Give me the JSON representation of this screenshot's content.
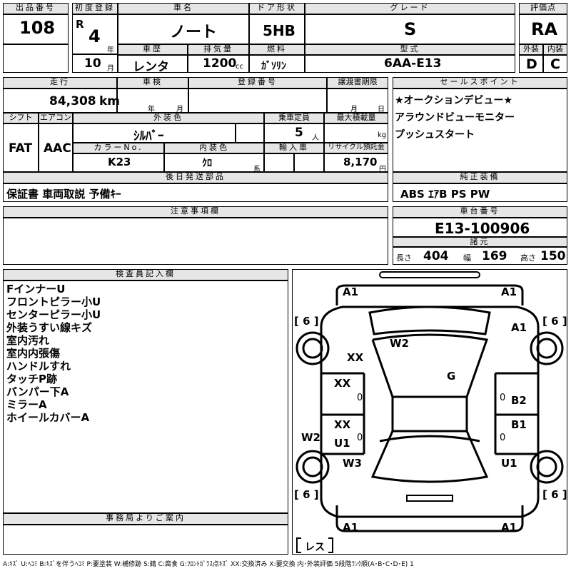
{
  "header": {
    "lot_label": "出品番号",
    "lot": "108",
    "reg_label": "初度登録",
    "era": "R",
    "year": "4",
    "year_unit": "年",
    "month": "10",
    "month_unit": "月",
    "name_label": "車名",
    "name": "ノート",
    "door_label": "ドア形状",
    "door": "5HB",
    "grade_label": "グレード",
    "grade": "S",
    "score_label": "評価点",
    "score": "RA",
    "history_label": "車歴",
    "history": "レンタ",
    "disp_label": "排気量",
    "disp": "1200",
    "disp_unit": "cc",
    "fuel_label": "燃料",
    "fuel": "ｶﾞｿﾘﾝ",
    "model_label": "型式",
    "model": "6AA-E13",
    "ext_label": "外装",
    "ext": "D",
    "int_label": "内装",
    "int": "C"
  },
  "row2": {
    "mileage_label": "走行",
    "mileage": "84,308",
    "mileage_unit": "km",
    "inspection_label": "車検",
    "insp_year": "年",
    "insp_month": "月",
    "regno_label": "登録番号",
    "transfer_label": "譲渡書期限",
    "tr_month": "月",
    "tr_day": "日",
    "shift_label": "シフト",
    "shift": "FAT",
    "ac_label": "エアコン",
    "ac": "AAC",
    "color_label": "外装色",
    "color": "ｼﾙﾊﾞｰ",
    "capacity_label": "乗車定員",
    "capacity": "5",
    "capacity_unit": "人",
    "load_label": "最大積載量",
    "load_unit": "kg",
    "colorno_label": "カラーNo.",
    "colorno": "K23",
    "intcolor_label": "内装色",
    "intcolor": "ｸﾛ",
    "intcolor_unit": "系",
    "import_label": "輸入車",
    "recycle_label": "リサイクル預託金",
    "recycle": "8,170",
    "recycle_unit": "円"
  },
  "sales": {
    "label": "セールスポイント",
    "items": [
      "★オークションデビュー★",
      "アラウンドビューモニター",
      "プッシュスタート"
    ]
  },
  "later_parts": {
    "label": "後日発送部品",
    "value": "保証書 車両取説 予備ｷｰ"
  },
  "equipment": {
    "label": "純正装備",
    "value": "ABS ｴｱB PS PW"
  },
  "notes": {
    "label": "注意事項欄"
  },
  "chassis": {
    "label": "車台番号",
    "value": "E13-100906"
  },
  "specs": {
    "label": "諸元",
    "len_label": "長さ",
    "len": "404",
    "wid_label": "幅",
    "wid": "169",
    "hgt_label": "高さ",
    "hgt": "150"
  },
  "inspector": {
    "label": "検査員記入欄",
    "items": [
      "FインナーU",
      "フロントピラー小U",
      "センターピラー小U",
      "外装うすい線キズ",
      "室内汚れ",
      "室内内張傷",
      "ハンドルすれ",
      "タッチP跡",
      "バンパー下A",
      "ミラーA",
      "ホイールカバーA"
    ]
  },
  "office": {
    "label": "事務局よりご案内"
  },
  "diagram": {
    "marks": {
      "fl_bumper": "A1",
      "fr_bumper": "A1",
      "tire_fl": "6",
      "tire_fr": "6",
      "tire_rl": "6",
      "tire_rr": "6",
      "fr_fender": "A1",
      "hood": "W2",
      "l_fender": "XX",
      "roof": "G",
      "l_door_front": "XX",
      "r_door_front": "B2",
      "l_door_rear": "XX",
      "r_door_rear": "B1",
      "l_step": "U1",
      "l_side": "W2",
      "l_quarter": "W3",
      "r_quarter": "U1",
      "rl_bumper": "A1",
      "rr_bumper": "A1",
      "zero1": "0",
      "zero2": "0",
      "zero3": "0",
      "zero4": "0",
      "spare": "レス"
    }
  },
  "legend": "A:ｷｽﾞ U:ﾍｺﾐ B:ｷｽﾞを伴うﾍｺﾐ P:要塗装 W:補修跡 S:錆 C:腐食 G:ﾌﾛﾝﾄｶﾞﾗｽ点ｷｽﾞ XX:交換済み X:要交換 内･外装評価 5段階ﾗﾝｸ順(A･B･C･D･E) 1"
}
